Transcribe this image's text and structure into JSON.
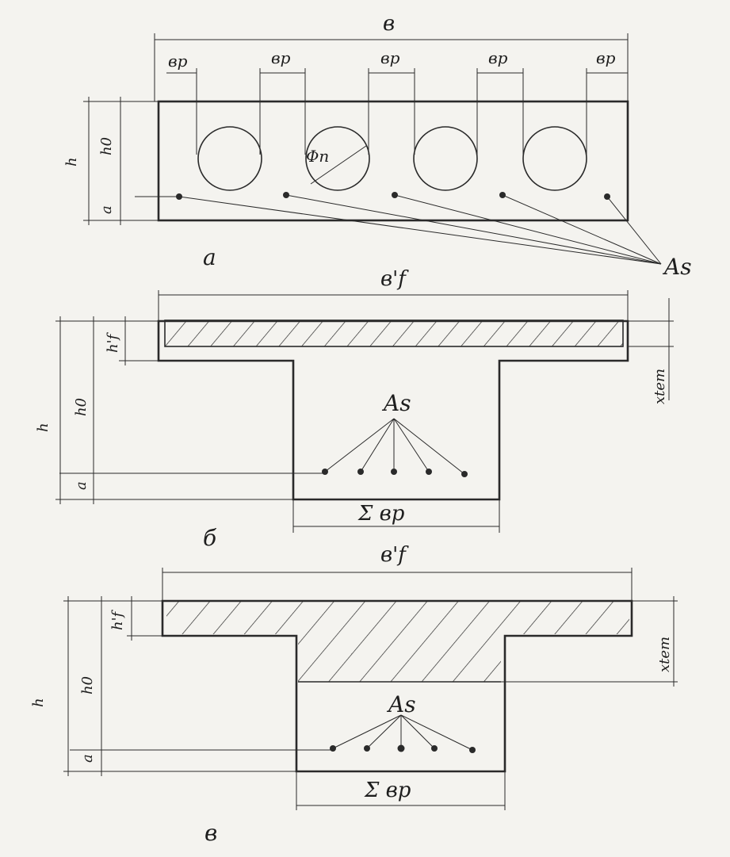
{
  "section_a": {
    "caption": "а",
    "width_label": "в",
    "rib_label": "вр",
    "void_label": "Φп",
    "height_label": "h",
    "effective_depth_label": "h0",
    "cover_label": "а",
    "rebar_label": "As"
  },
  "section_b": {
    "caption": "б",
    "flange_width_label": "в'f",
    "flange_thickness_label": "h'f",
    "compression_zone_label": "xtem",
    "rib_sum_label": "Σ вр",
    "rebar_label": "As",
    "height_label": "h",
    "effective_depth_label": "h0",
    "cover_label": "а"
  },
  "section_c": {
    "caption": "в",
    "flange_width_label": "в'f",
    "flange_thickness_label": "h'f",
    "compression_zone_label": "xtem",
    "rib_sum_label": "Σ вр",
    "rebar_label": "As",
    "height_label": "h",
    "effective_depth_label": "h0",
    "cover_label": "а"
  },
  "colors": {
    "ink": "#2a2a2a",
    "paper": "#f4f3ef"
  }
}
